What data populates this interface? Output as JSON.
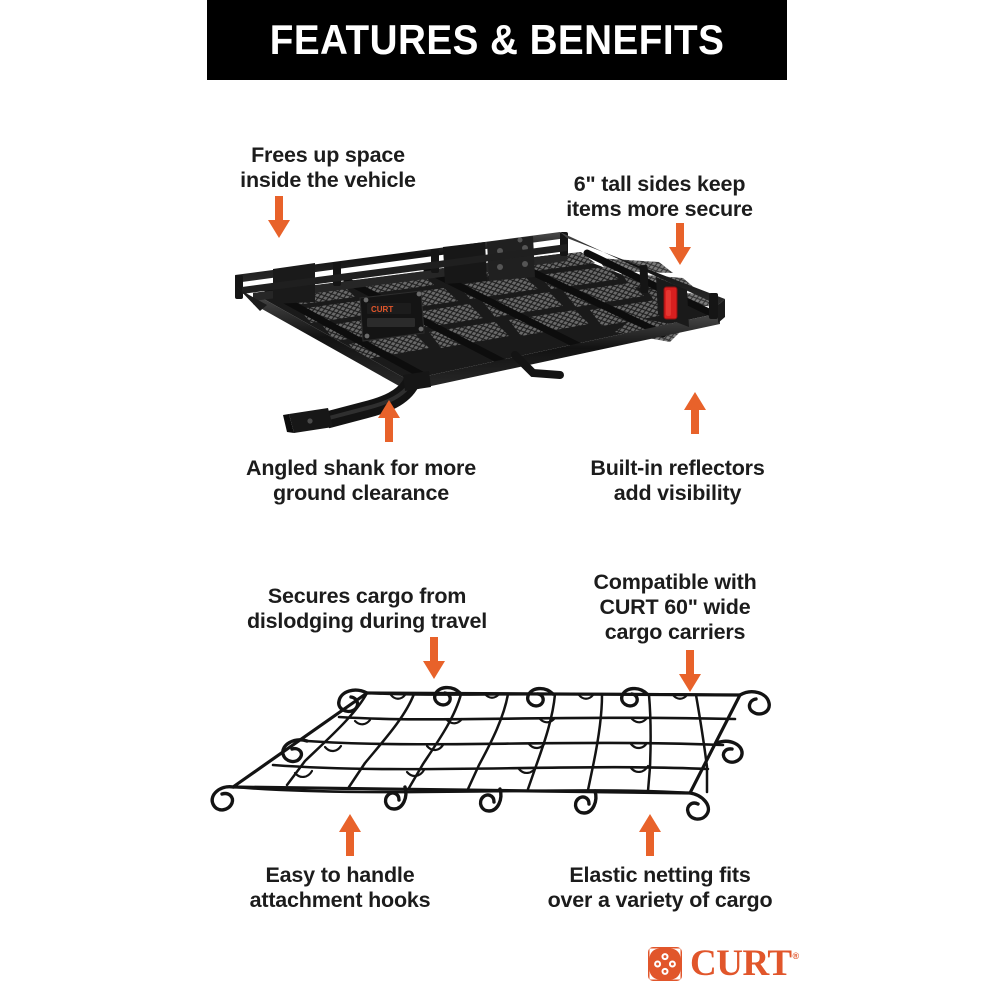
{
  "header": {
    "title": "FEATURES & BENEFITS",
    "background_color": "#000000",
    "text_color": "#ffffff"
  },
  "theme": {
    "accent_orange": "#E8622A",
    "brand_orange": "#E1562B",
    "reflector_red": "#D81F1F",
    "text_black": "#1c1c1c",
    "page_background": "#ffffff"
  },
  "sections": [
    {
      "name": "cargo-carrier",
      "product": "hitch-mounted cargo carrier",
      "callouts": [
        {
          "id": "frees-up-space",
          "lines": [
            "Frees up space",
            "inside the vehicle"
          ],
          "arrow_direction": "down"
        },
        {
          "id": "tall-sides",
          "lines": [
            "6\" tall sides keep",
            "items more secure"
          ],
          "arrow_direction": "down"
        },
        {
          "id": "angled-shank",
          "lines": [
            "Angled shank for more",
            "ground clearance"
          ],
          "arrow_direction": "up"
        },
        {
          "id": "built-in-reflectors",
          "lines": [
            "Built-in reflectors",
            "add visibility"
          ],
          "arrow_direction": "up"
        }
      ]
    },
    {
      "name": "cargo-net",
      "product": "elastic cargo net",
      "callouts": [
        {
          "id": "secures-cargo",
          "lines": [
            "Secures cargo from",
            "dislodging during travel"
          ],
          "arrow_direction": "down"
        },
        {
          "id": "compatible-carriers",
          "lines": [
            "Compatible with",
            "CURT 60\" wide",
            "cargo carriers"
          ],
          "arrow_direction": "down"
        },
        {
          "id": "attachment-hooks",
          "lines": [
            "Easy to handle",
            "attachment hooks"
          ],
          "arrow_direction": "up"
        },
        {
          "id": "elastic-netting",
          "lines": [
            "Elastic netting fits",
            "over a variety of cargo"
          ],
          "arrow_direction": "up"
        }
      ]
    }
  ],
  "brand": {
    "wordmark": "CURT",
    "registered_mark": "®",
    "badge_icon": "curt-pinwheel-icon"
  }
}
